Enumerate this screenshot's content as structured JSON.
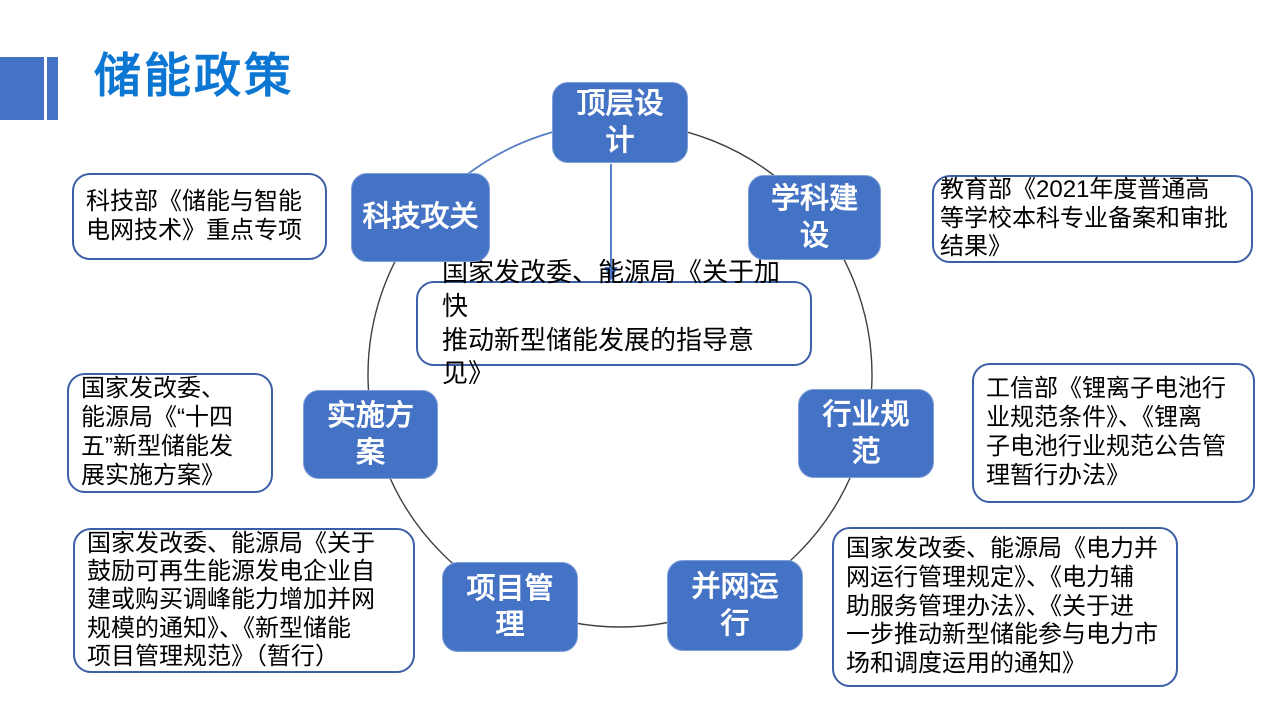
{
  "slide_title": {
    "text": "储能政策"
  },
  "diagram": {
    "nodes": {
      "top_design": {
        "label": "顶层设\n计"
      },
      "subject": {
        "label": "学科建\n设"
      },
      "tech_research": {
        "label": "科技攻关"
      },
      "industry_std": {
        "label": "行业规\n范"
      },
      "implementation": {
        "label": "实施方\n案"
      },
      "project_mgmt": {
        "label": "项目管\n理"
      },
      "grid_operation": {
        "label": "并网运\n行"
      }
    },
    "center_callout": {
      "text": "国家发改委、能源局《关于加快\n推动新型储能发展的指导意见》"
    },
    "callouts": {
      "tech": {
        "text": "科技部《储能与智能\n电网技术》重点专项"
      },
      "education": {
        "text": "教育部《2021年度普通高\n等学校本科专业备案和审批\n结果》"
      },
      "industry": {
        "text": "工信部《锂离子电池行\n业规范条件》、《锂离\n子电池行业规范公告管\n理暂行办法》"
      },
      "implementation": {
        "text": "国家发改委、\n能源局《“十四\n五”新型储能发\n展实施方案》"
      },
      "project": {
        "text": "国家发改委、能源局《关于\n鼓励可再生能源发电企业自\n建或购买调峰能力增加并网\n规模的通知》、《新型储能\n项目管理规范》（暂行）"
      },
      "grid": {
        "text": "国家发改委、能源局《电力并\n网运行管理规定》、《电力辅\n助服务管理办法》、《关于进\n一步推动新型储能参与电力市\n场和调度运用的通知》"
      }
    }
  },
  "colors": {
    "node_fill": "#4472C4",
    "title_text": "#0C76D3",
    "callout_border": "#3D5FA6",
    "circle_stroke": "#3F3F3F",
    "arc_blue": "#5B82C8",
    "arrow": "#4472C4"
  }
}
